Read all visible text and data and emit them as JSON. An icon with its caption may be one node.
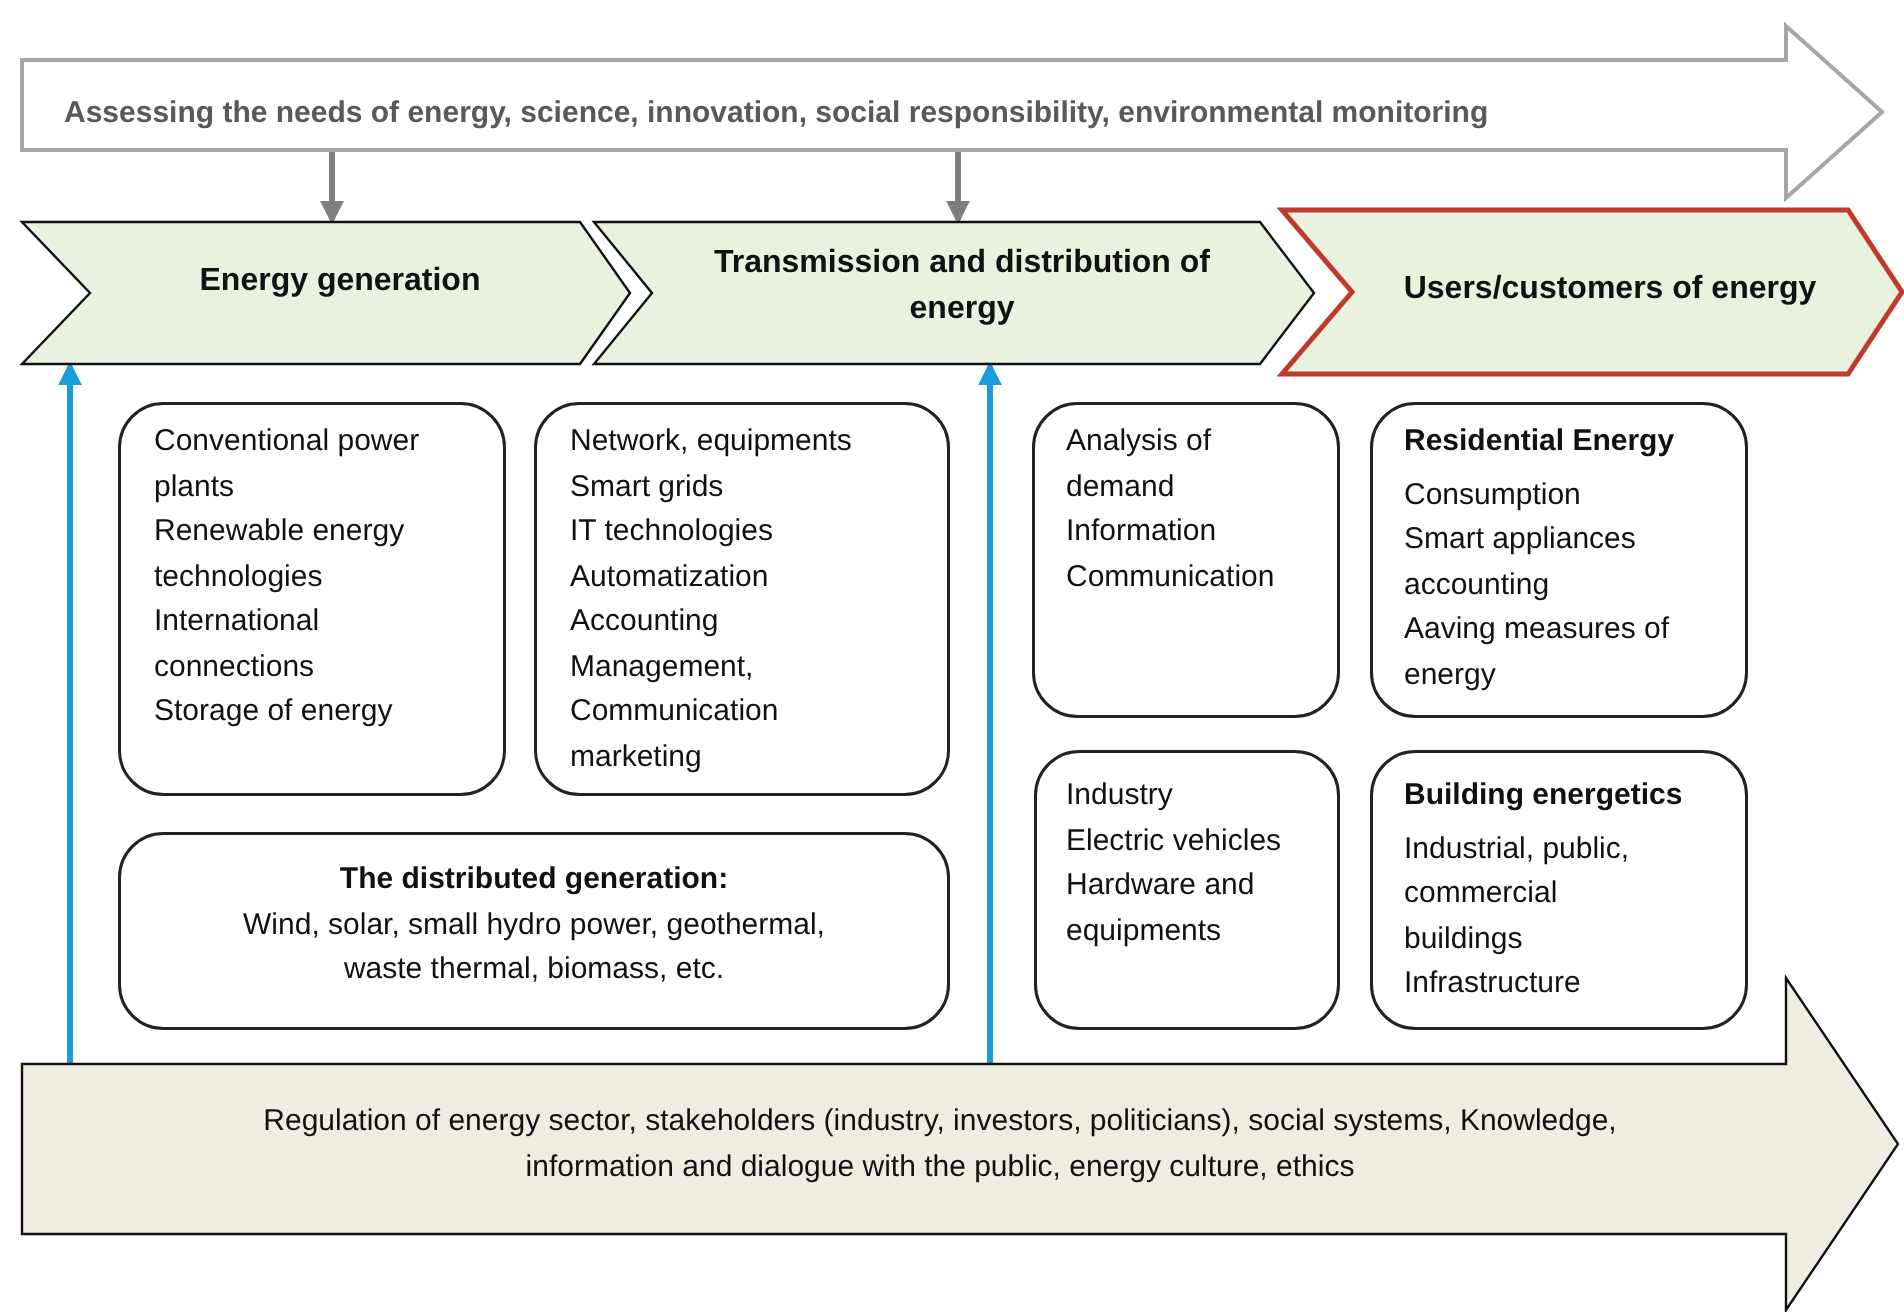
{
  "diagram": {
    "nodes": [
      {
        "text": [
          "Assessing the needs of energy, science, innovation, social responsibility, environmental monitoring"
        ]
      },
      {
        "text": [
          "Energy generation"
        ]
      },
      {
        "text": [
          "Transmission and distribution of energy"
        ]
      },
      {
        "text": [
          "Users/customers of energy"
        ]
      },
      {
        "text": [
          "Conventional power plants",
          "Renewable energy technologies",
          "International connections",
          "Storage of energy"
        ]
      },
      {
        "text": [
          "Network, equipments",
          "Smart grids",
          "IT technologies",
          "Automatization",
          "Accounting",
          "Management,",
          "Communication marketing"
        ]
      },
      {
        "text": [
          "The distributed generation:",
          "Wind, solar, small hydro power, geothermal, waste thermal, biomass, etc."
        ]
      },
      {
        "text": [
          "Analysis of demand",
          "Information",
          "Communication"
        ]
      },
      {
        "text": [
          "Residential Energy",
          "Consumption",
          "Smart appliances accounting",
          "Aaving measures of energy"
        ]
      },
      {
        "text": [
          "Industry",
          "Electric vehicles",
          "Hardware and equipments"
        ]
      },
      {
        "text": [
          "Building energetics",
          "Industrial, public, commercial buildings",
          "Infrastructure"
        ]
      },
      {
        "text": [
          "Regulation of energy sector, stakeholders (industry, investors, politicians), social systems, Knowledge, information and dialogue with the public, energy culture, ethics"
        ]
      }
    ],
    "edges": [
      {
        "from": 0,
        "to": 1,
        "arrow": "to",
        "color": "#7f7f7f"
      },
      {
        "from": 0,
        "to": 2,
        "arrow": "to",
        "color": "#7f7f7f"
      },
      {
        "from": 11,
        "to": 1,
        "arrow": "to",
        "color": "#1b9bd7"
      },
      {
        "from": 11,
        "to": 2,
        "arrow": "to",
        "color": "#1b9bd7"
      }
    ]
  }
}
